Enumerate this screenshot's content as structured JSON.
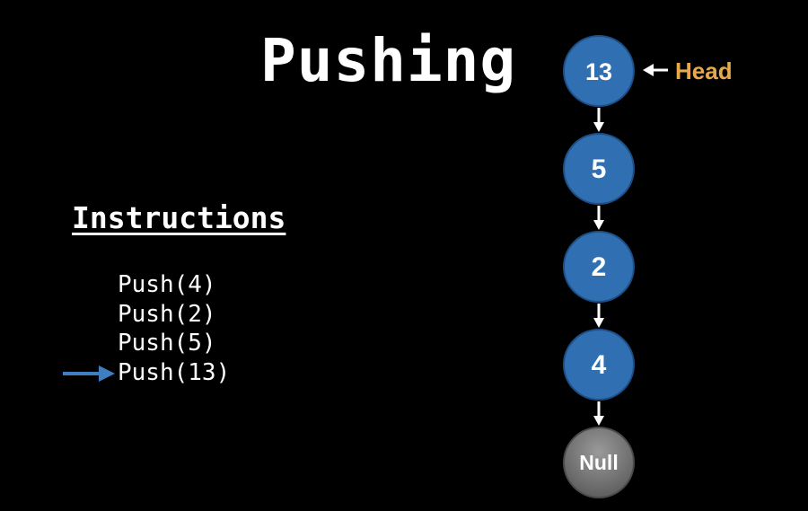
{
  "title": "Pushing",
  "instructions": {
    "heading": "Instructions",
    "items": [
      "Push(4)",
      "Push(2)",
      "Push(5)",
      "Push(13)"
    ],
    "current_index": 3
  },
  "stack": {
    "nodes": [
      "13",
      "5",
      "2",
      "4"
    ],
    "terminal": "Null",
    "head_label": "Head"
  },
  "colors": {
    "background": "#000000",
    "node_fill": "#2f6fb2",
    "node_stroke": "#1d4f86",
    "null_fill": "#7a7a7a",
    "head_label": "#e8a84c",
    "current_arrow": "#3f7fc0",
    "text": "#ffffff"
  },
  "icons": {
    "current_marker": "arrow-right-icon",
    "link": "arrow-down-icon",
    "head_pointer": "arrow-left-icon"
  }
}
